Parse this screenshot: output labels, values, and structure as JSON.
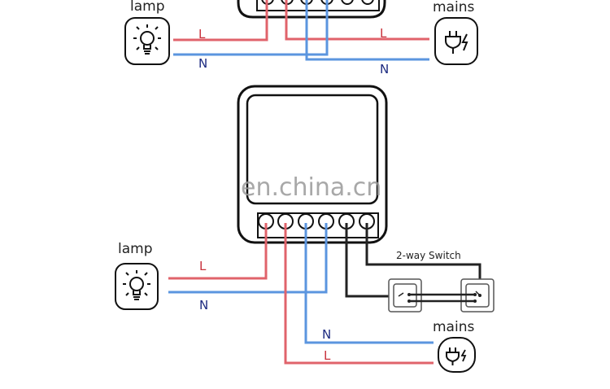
{
  "colors": {
    "live_wire": "#e0636b",
    "neutral_wire": "#5b95df",
    "switch_wire": "#222222",
    "live_label": "#c8323c",
    "neutral_label": "#1c2a80",
    "outline": "#111111"
  },
  "top_diagram": {
    "lamp": {
      "label": "lamp",
      "icon": "lightbulb-icon"
    },
    "mains": {
      "label": "mains",
      "icon": "plug-icon"
    },
    "wire_labels": {
      "lamp_live": "L",
      "lamp_neutral": "N",
      "mains_live": "L",
      "mains_neutral": "N"
    }
  },
  "bottom_diagram": {
    "lamp": {
      "label": "lamp",
      "icon": "lightbulb-icon"
    },
    "mains": {
      "label": "mains",
      "icon": "plug-icon"
    },
    "switch": {
      "label": "2-way Switch",
      "icon": "two-way-switch-icon"
    },
    "wire_labels": {
      "lamp_live": "L",
      "lamp_neutral": "N",
      "mains_neutral": "N",
      "mains_live": "L"
    }
  },
  "watermark": "en.china.cn"
}
